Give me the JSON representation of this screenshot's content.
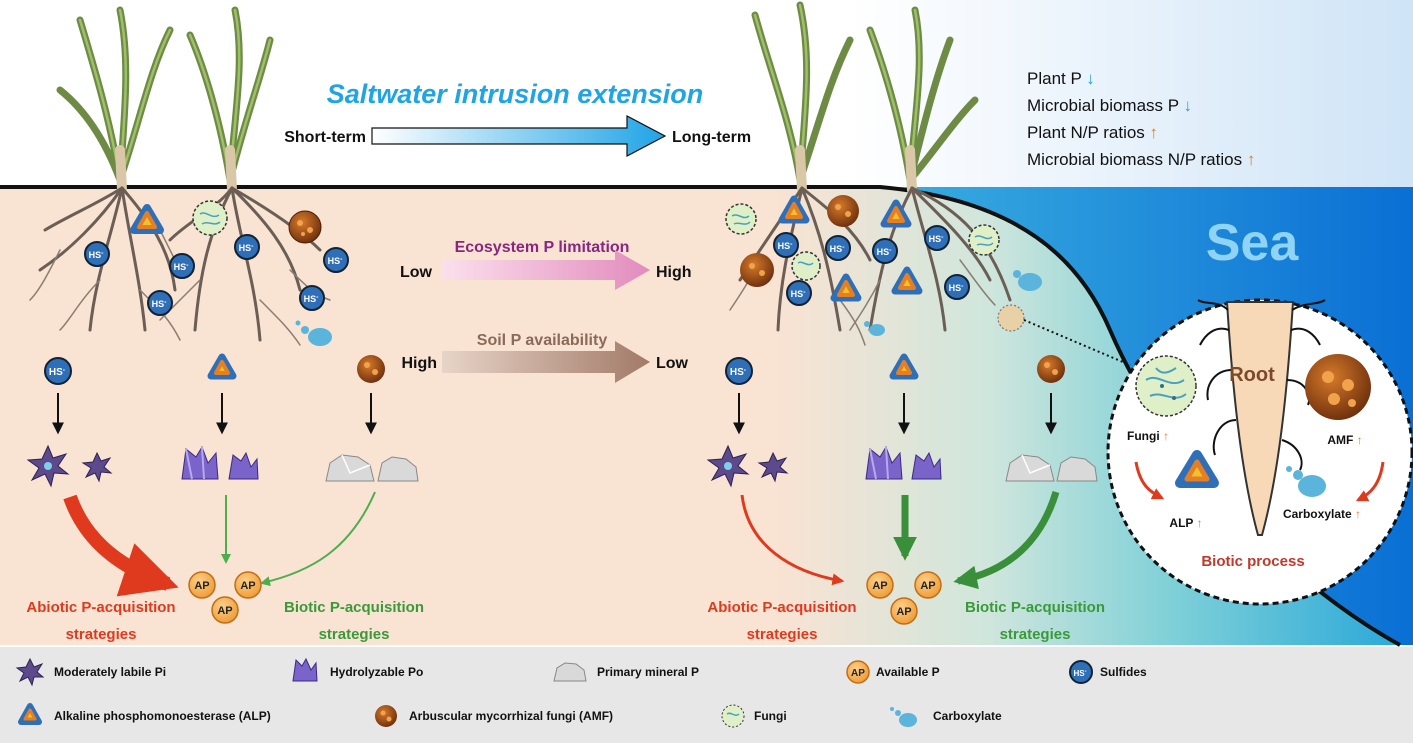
{
  "top": {
    "title": "Saltwater intrusion extension",
    "short_term": "Short-term",
    "long_term": "Long-term"
  },
  "status": {
    "plant_p": "Plant P",
    "microbial_p": "Microbial biomass P",
    "plant_np": "Plant N/P ratios",
    "microbial_np": "Microbial biomass N/P ratios",
    "down_arrow": "↓",
    "up_arrow": "↑"
  },
  "sea_label": "Sea",
  "middle": {
    "eco_title": "Ecosystem P limitation",
    "eco_low": "Low",
    "eco_high": "High",
    "soil_title": "Soil P availability",
    "soil_high": "High",
    "soil_low": "Low"
  },
  "nodes": {
    "hs": "HS",
    "hs_sup": "-",
    "ap": "AP"
  },
  "strategies": {
    "abiotic_l1": "Abiotic P-acquisition",
    "abiotic_l2": "strategies",
    "biotic_l1": "Biotic P-acquisition",
    "biotic_l2": "strategies"
  },
  "inset": {
    "root": "Root",
    "fungi": "Fungi",
    "amf": "AMF",
    "alp": "ALP",
    "carboxylate": "Carboxylate",
    "process": "Biotic process"
  },
  "legend": {
    "labile_pi": "Moderately labile Pi",
    "hydrolyzable_po": "Hydrolyzable Po",
    "primary_mineral": "Primary mineral P",
    "available_p": "Available P",
    "sulfides": "Sulfides",
    "alp": "Alkaline phosphomonoesterase (ALP)",
    "amf": "Arbuscular mycorrhizal fungi (AMF)",
    "fungi": "Fungi",
    "carboxylate": "Carboxylate"
  },
  "colors": {
    "soil": "#f9e3d3",
    "sea": "#0a6fd4",
    "title_blue": "#1fa4e6",
    "abiotic_red": "#e03a1e",
    "biotic_green": "#3a9a3a",
    "eco_arrow": "#e8a0c8",
    "soil_arrow": "#b89484",
    "ap_orange": "#f4a145",
    "inset_title": "#c0392b",
    "up_orange": "#f07a1a"
  }
}
